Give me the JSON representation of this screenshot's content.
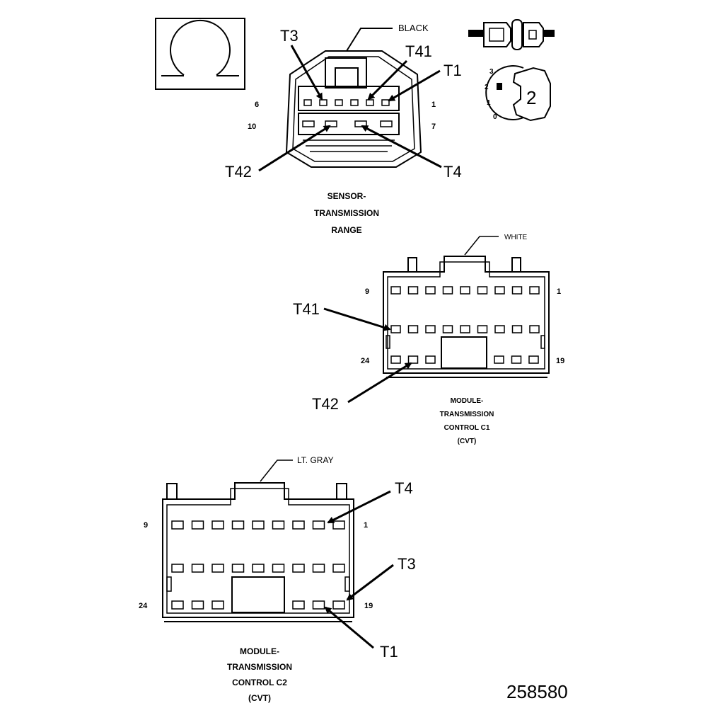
{
  "sensor": {
    "color": "BLACK",
    "caption": [
      "SENSOR-",
      "TRANSMISSION",
      "RANGE"
    ],
    "pins": {
      "top_left": "6",
      "top_right": "1",
      "bottom_left": "10",
      "bottom_right": "7"
    },
    "callouts": [
      "T3",
      "T41",
      "T1",
      "T42",
      "T4"
    ],
    "scale_numbers": [
      "3",
      "2",
      "1",
      "0"
    ],
    "scale_value": "2"
  },
  "c1": {
    "color": "WHITE",
    "caption": [
      "MODULE-",
      "TRANSMISSION",
      "CONTROL C1",
      "(CVT)"
    ],
    "pins": {
      "top_left": "9",
      "top_right": "1",
      "bottom_left": "24",
      "bottom_right": "19"
    },
    "callouts": [
      "T41",
      "T42"
    ]
  },
  "c2": {
    "color": "LT. GRAY",
    "caption": [
      "MODULE-",
      "TRANSMISSION",
      "CONTROL C2",
      "(CVT)"
    ],
    "pins": {
      "top_left": "9",
      "top_right": "1",
      "bottom_left": "24",
      "bottom_right": "19"
    },
    "callouts": [
      "T4",
      "T3",
      "T1"
    ]
  },
  "figure_number": "258580"
}
